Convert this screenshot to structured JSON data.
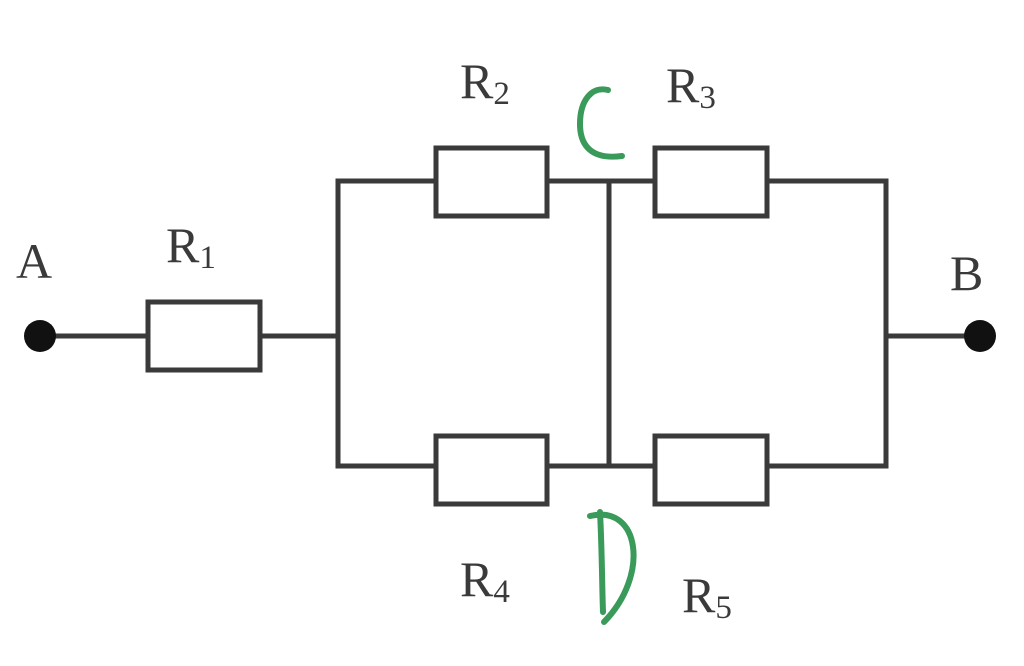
{
  "terminals": {
    "a": "A",
    "b": "B"
  },
  "resistors": [
    {
      "symbol": "R",
      "index": "1"
    },
    {
      "symbol": "R",
      "index": "2"
    },
    {
      "symbol": "R",
      "index": "3"
    },
    {
      "symbol": "R",
      "index": "4"
    },
    {
      "symbol": "R",
      "index": "5"
    }
  ],
  "nodes": {
    "c": "C",
    "d": "D"
  },
  "colors": {
    "wire": "#3a3a3a",
    "terminal": "#111111",
    "handwriting": "#3a9a5a"
  }
}
